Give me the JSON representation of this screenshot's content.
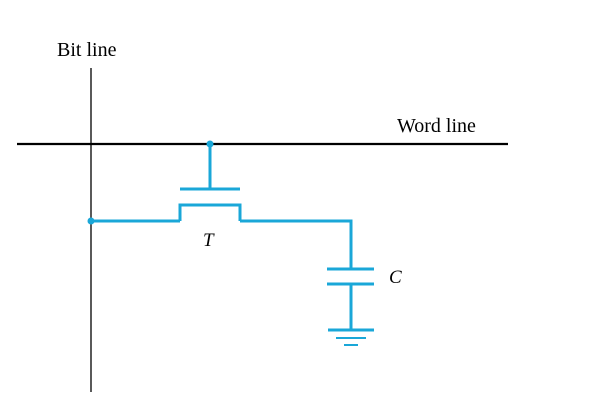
{
  "labels": {
    "bit_line": "Bit line",
    "word_line": "Word line",
    "transistor": "T",
    "capacitor": "C"
  },
  "colors": {
    "background": "#ffffff",
    "line": "#000000",
    "circuit": "#1aa7d8"
  }
}
